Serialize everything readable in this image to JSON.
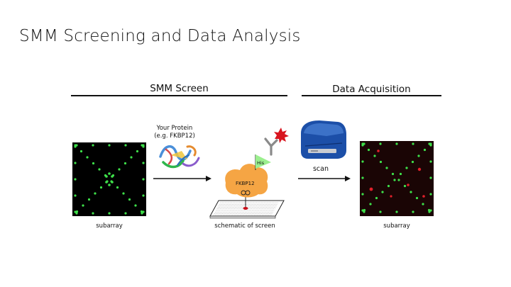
{
  "slide": {
    "title": "SMM Screening and Data Analysis"
  },
  "sections": {
    "screen_header": "SMM Screen",
    "acquisition_header": "Data Acquisition"
  },
  "labels": {
    "protein_line1": "Your Protein",
    "protein_line2": "(e.g. FKBP12)",
    "scan": "scan",
    "subarray_left": "subarray",
    "schematic": "schematic of screen",
    "subarray_right": "subarray",
    "protein_name": "FKBP12",
    "tag": "His"
  },
  "colors": {
    "spot_green": "#3ee04a",
    "spot_red": "#e0202a",
    "protein_orange": "#f5a544",
    "tag_green": "#9bef8e",
    "scanner_blue": "#1c4fa8",
    "burst_red": "#d8141e"
  },
  "icons": {
    "protein_structure": "ribbon-protein-icon",
    "antibody": "antibody-icon",
    "scanner": "microarray-scanner-icon",
    "slide": "glass-slide-icon"
  }
}
